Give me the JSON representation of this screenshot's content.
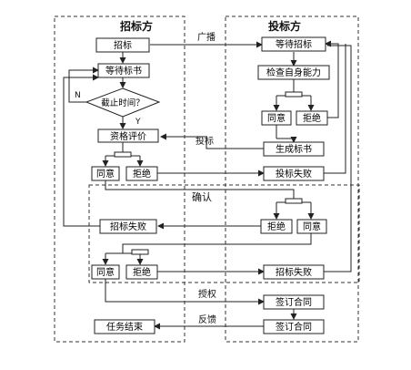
{
  "lanes": {
    "tenderer": "招标方",
    "bidder": "投标方",
    "confirm": "确认"
  },
  "nodes": {
    "zhaobiao": "招标",
    "wait_bids": "等待标书",
    "deadline": "截止时间？",
    "qualify": "资格评价",
    "t_agree": "同意",
    "t_reject": "拒绝",
    "tender_fail_mid": "招标失败",
    "c_agree": "同意",
    "c_reject": "拒绝",
    "task_end": "任务结束",
    "wait_tender": "等待招标",
    "check_ability": "检查自身能力",
    "b_agree": "同意",
    "b_reject": "拒绝",
    "gen_bid": "生成标书",
    "bid_fail": "投标失败",
    "b2_reject": "拒绝",
    "b2_agree": "同意",
    "tender_fail_bottom": "招标失败",
    "sign1": "签订合同",
    "sign2": "签订合同"
  },
  "edge_labels": {
    "broadcast": "广播",
    "bid": "投标",
    "authorize": "授权",
    "feedback": "反馈",
    "no": "N",
    "yes": "Y"
  }
}
